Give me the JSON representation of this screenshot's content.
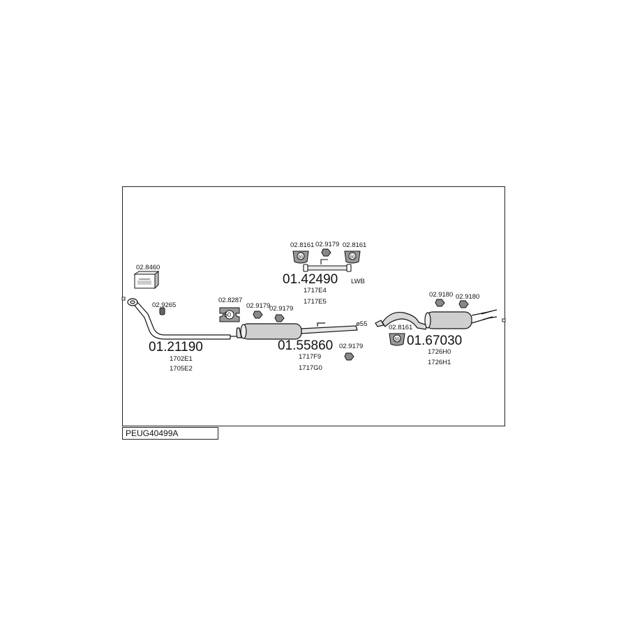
{
  "diagram_code": "PEUG40499A",
  "front_pipe": {
    "part_no": "01.21190",
    "refs": [
      "1702E1",
      "1705E2"
    ]
  },
  "middle_silencer": {
    "part_no": "01.55860",
    "refs": [
      "1717F9",
      "1717G0"
    ]
  },
  "connecting_pipe": {
    "part_no": "01.42490",
    "variant": "LWB",
    "refs": [
      "1717E4",
      "1717E5"
    ]
  },
  "rear_silencer": {
    "part_no": "01.67030",
    "refs": [
      "1726H0",
      "1726H1"
    ]
  },
  "accessories": {
    "mounting_kit": "02.8460",
    "gasket": "02.9265",
    "clamp_front": "02.8287",
    "rubber_mid_1": "02.9179",
    "rubber_mid_2": "02.9179",
    "rubber_mid_3": "02.9179",
    "lwb_clamp_left": "02.8161",
    "lwb_rubber": "02.9179",
    "lwb_clamp_right": "02.8161",
    "rear_clamp": "02.8161",
    "rear_rubber_1": "02.9180",
    "rear_rubber_2": "02.9180"
  },
  "diameter_label": "ø55",
  "clamp_inner_label": "50"
}
